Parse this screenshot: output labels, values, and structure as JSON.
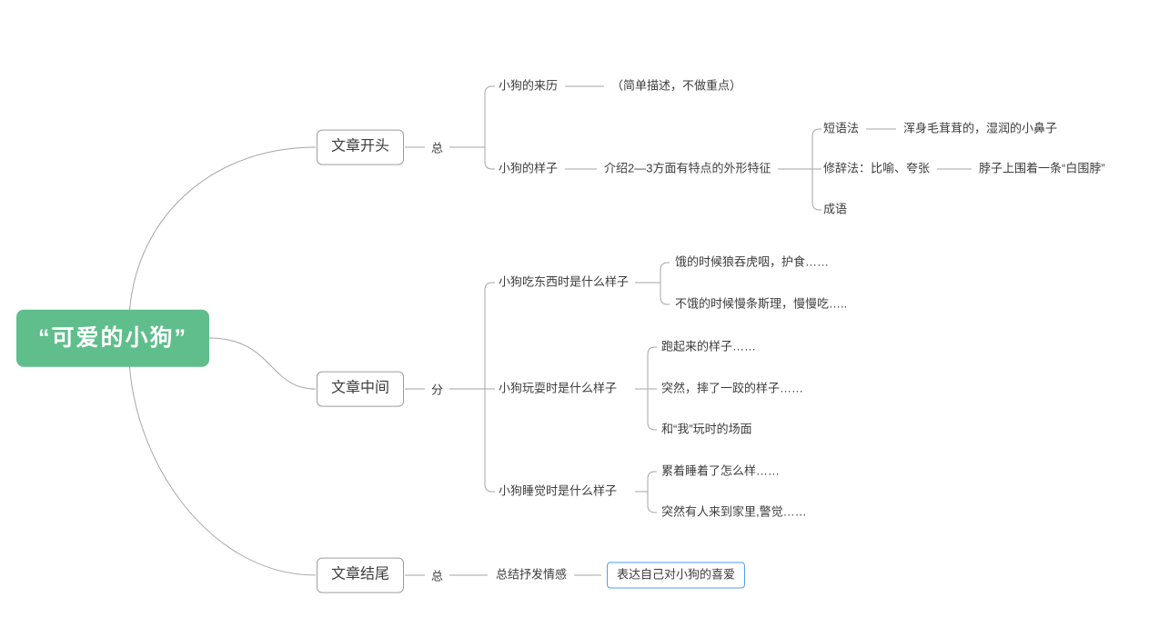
{
  "colors": {
    "canvas-bg": "#ffffff",
    "root-bg": "#5fbe8c",
    "line": "#a6a6a6",
    "node-border": "#9e9e9e",
    "selected-border": "#4e9df7",
    "text": "#3c3c3c"
  },
  "root": {
    "label": "“可爱的小狗”"
  },
  "branches": [
    {
      "label": "文章开头",
      "tag": "总",
      "children": [
        {
          "label": "小狗的来历",
          "children": [
            {
              "label": "（简单描述，不做重点）"
            }
          ]
        },
        {
          "label": "小狗的样子",
          "children": [
            {
              "label": "介绍2—3方面有特点的外形特征",
              "children": [
                {
                  "label": "短语法",
                  "children": [
                    {
                      "label": "浑身毛茸茸的，湿润的小鼻子"
                    }
                  ]
                },
                {
                  "label": "修辞法：比喻、夸张",
                  "children": [
                    {
                      "label": "脖子上围着一条“白围脖”"
                    }
                  ]
                },
                {
                  "label": "成语"
                }
              ]
            }
          ]
        }
      ]
    },
    {
      "label": "文章中间",
      "tag": "分",
      "children": [
        {
          "label": "小狗吃东西时是什么样子",
          "children": [
            {
              "label": "饿的时候狼吞虎咽，护食……"
            },
            {
              "label": "不饿的时候慢条斯理，慢慢吃….."
            }
          ]
        },
        {
          "label": "小狗玩耍时是什么样子",
          "children": [
            {
              "label": "跑起来的样子……"
            },
            {
              "label": "突然，摔了一跤的样子……"
            },
            {
              "label": "和“我”玩时的场面"
            }
          ]
        },
        {
          "label": "小狗睡觉时是什么样子",
          "children": [
            {
              "label": "累着睡着了怎么样……"
            },
            {
              "label": "突然有人来到家里,警觉……"
            }
          ]
        }
      ]
    },
    {
      "label": "文章结尾",
      "tag": "总",
      "children": [
        {
          "label": "总结抒发情感",
          "children": [
            {
              "label": "表达自己对小狗的喜爱",
              "selected": true
            }
          ]
        }
      ]
    }
  ]
}
